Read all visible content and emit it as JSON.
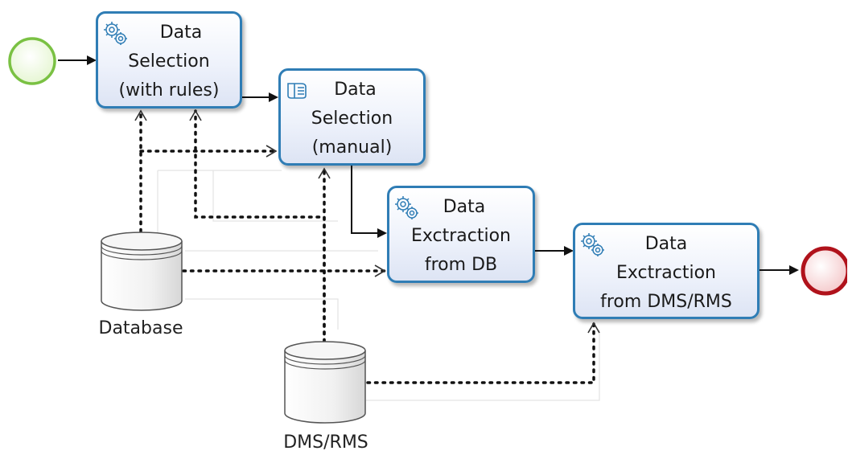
{
  "diagram": {
    "tasks": [
      {
        "id": "data-selection-rules",
        "lines": [
          "Data",
          "Selection",
          "(with rules)"
        ],
        "icon": "gear-icon"
      },
      {
        "id": "data-selection-manual",
        "lines": [
          "Data",
          "Selection",
          "(manual)"
        ],
        "icon": "manual-task-icon"
      },
      {
        "id": "data-extraction-db",
        "lines": [
          "Data",
          "Exctraction",
          "from DB"
        ],
        "icon": "gear-icon"
      },
      {
        "id": "data-extraction-dms",
        "lines": [
          "Data",
          "Exctraction",
          "from DMS/RMS"
        ],
        "icon": "gear-icon"
      }
    ],
    "stores": [
      {
        "id": "database",
        "label": "Database"
      },
      {
        "id": "dms-rms",
        "label": "DMS/RMS"
      }
    ],
    "events": {
      "start": {
        "type": "start-event",
        "color": "#7ac143"
      },
      "end": {
        "type": "end-event",
        "color": "#b0121b"
      }
    },
    "colors": {
      "task_border": "#2f7db5",
      "flow": "#111111"
    }
  }
}
